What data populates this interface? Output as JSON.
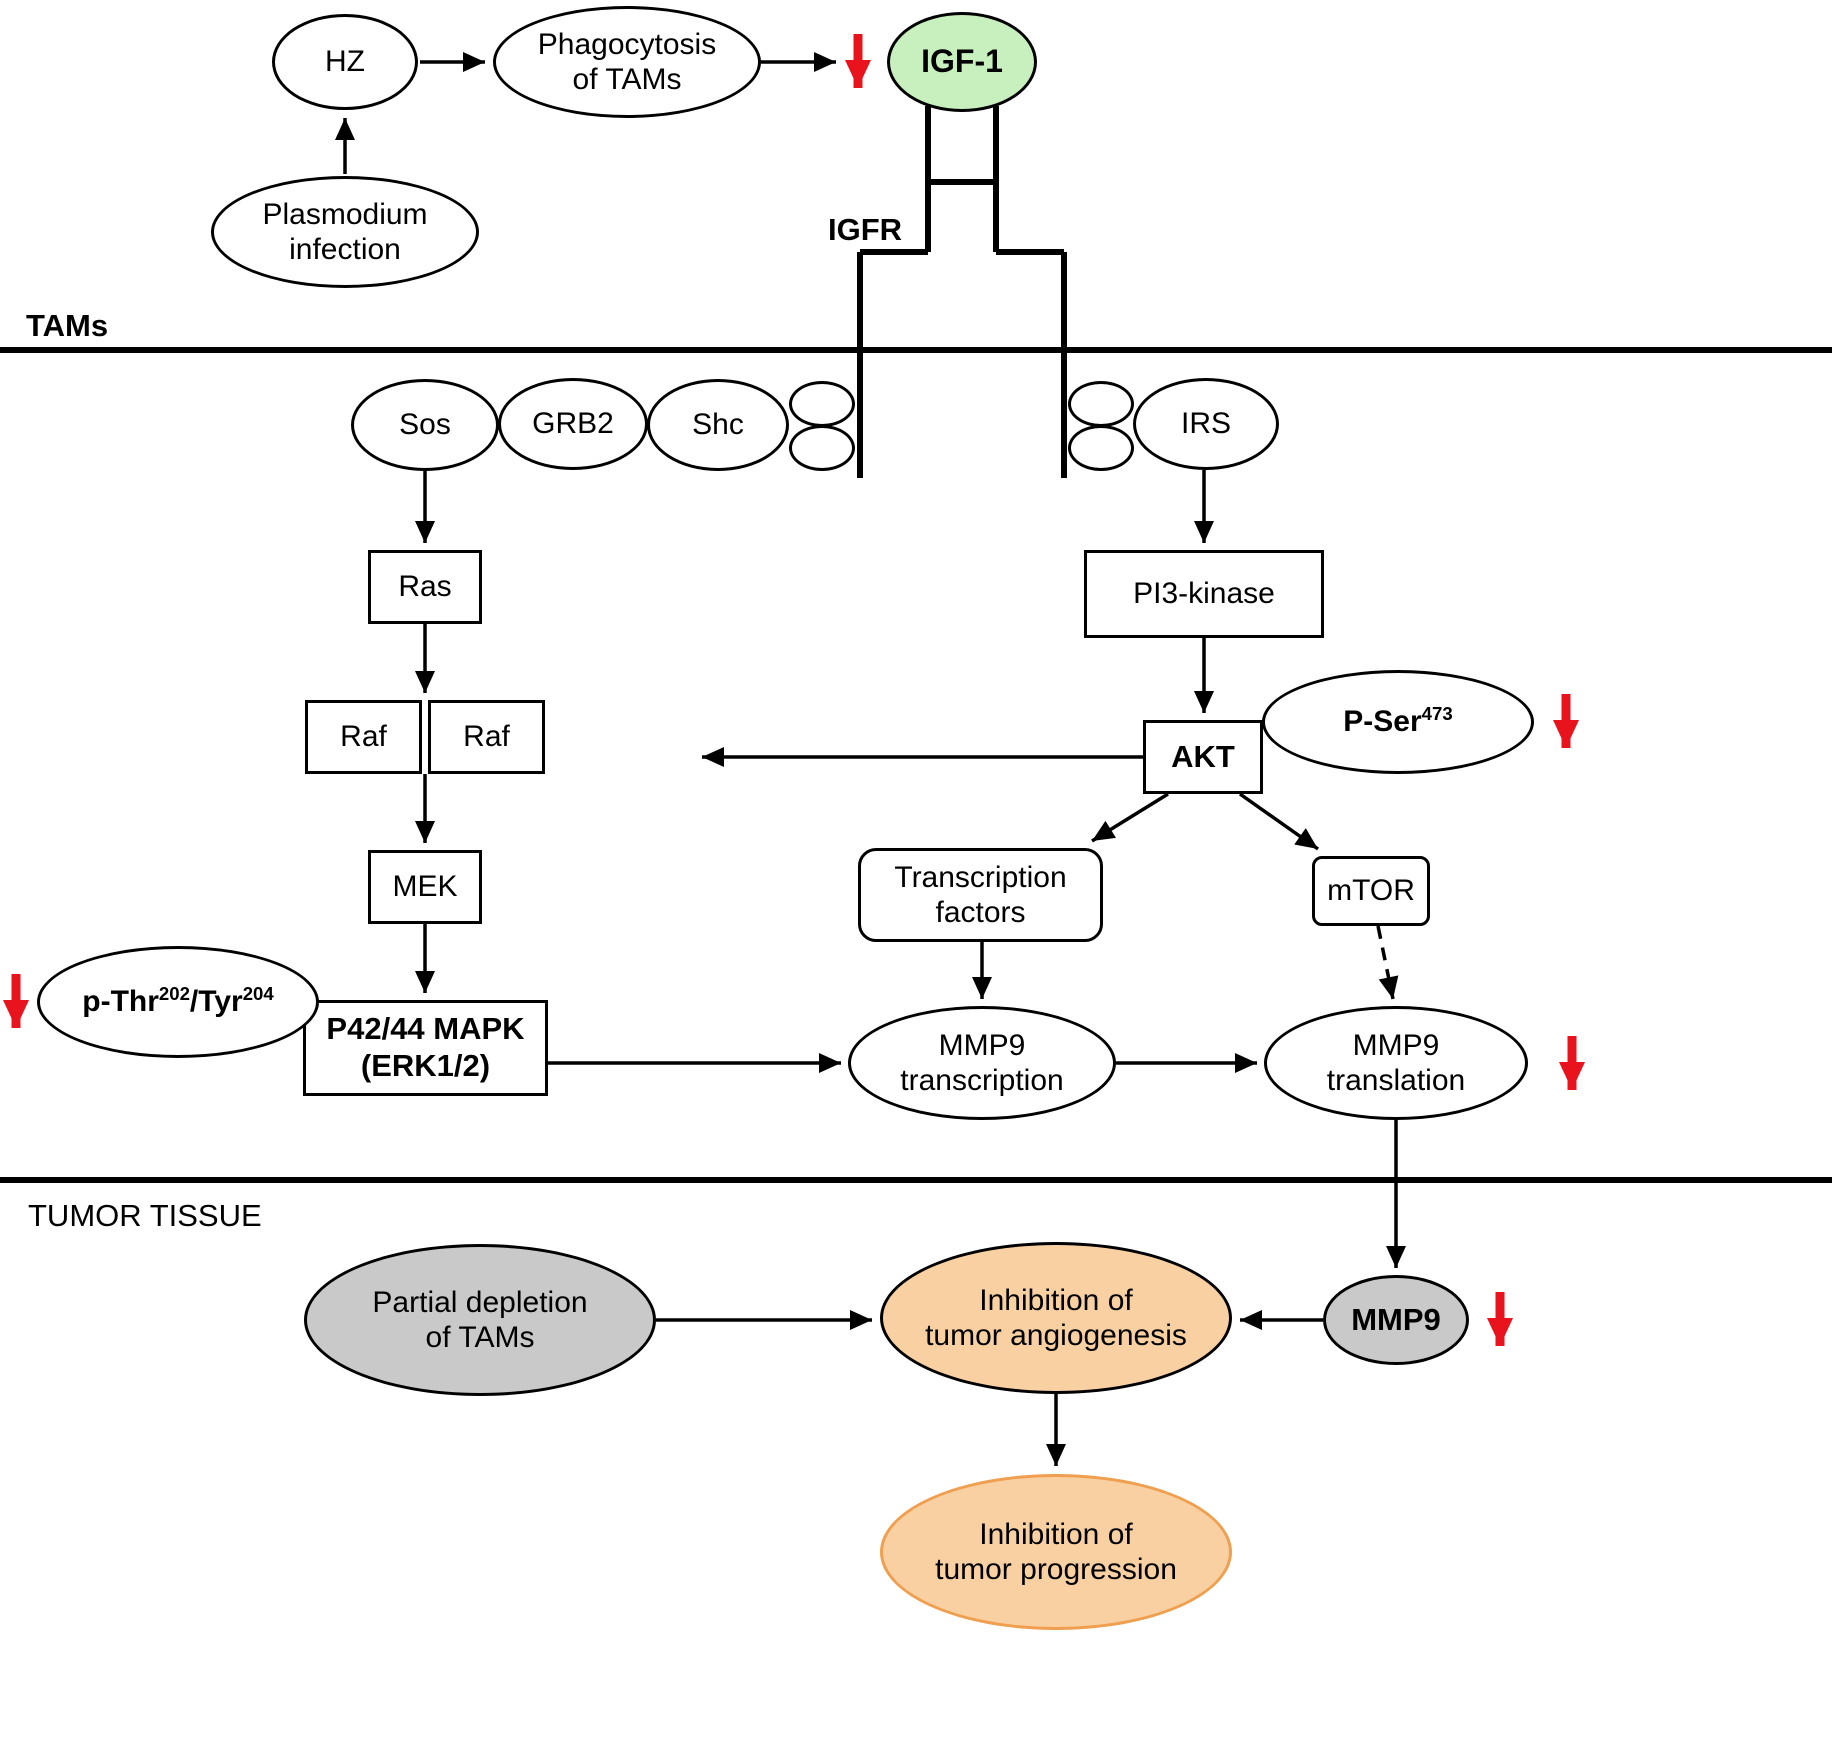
{
  "icons": {
    "decrease_arrow": "red-down-arrow"
  },
  "colors": {
    "igf1_fill": "#c8efbe",
    "node_gray_fill": "#c9c9c9",
    "node_orange_fill": "#f9d0a2",
    "orange_border": "#ef9f4f",
    "decrease_red": "#e8131c",
    "line_black": "#000000"
  },
  "section_labels": {
    "tams": "TAMs",
    "tumor_tissue": "TUMOR TISSUE",
    "igfr": "IGFR"
  },
  "nodes": {
    "hz": {
      "label": "HZ"
    },
    "phagocytosis": {
      "line1": "Phagocytosis",
      "line2": "of TAMs"
    },
    "igf1": {
      "label": "IGF-1"
    },
    "plasmodium": {
      "line1": "Plasmodium",
      "line2": "infection"
    },
    "sos": {
      "label": "Sos"
    },
    "grb2": {
      "label": "GRB2"
    },
    "shc": {
      "label": "Shc"
    },
    "irs": {
      "label": "IRS"
    },
    "ras": {
      "label": "Ras"
    },
    "raf_left": {
      "label": "Raf"
    },
    "raf_right": {
      "label": "Raf"
    },
    "mek": {
      "label": "MEK"
    },
    "p42_44_mapk": {
      "line1": "P42/44 MAPK",
      "line2": "(ERK1/2)"
    },
    "p_thr": {
      "base": "p-Thr",
      "sup1": "202",
      "mid": "/Tyr",
      "sup2": "204"
    },
    "pi3_kinase": {
      "label": "PI3-kinase"
    },
    "akt": {
      "label": "AKT"
    },
    "p_ser": {
      "base": "P-Ser",
      "sup": "473"
    },
    "transcription_factors": {
      "line1": "Transcription",
      "line2": "factors"
    },
    "mtor": {
      "label": "mTOR"
    },
    "mmp9_transcription": {
      "line1": "MMP9",
      "line2": "transcription"
    },
    "mmp9_translation": {
      "line1": "MMP9",
      "line2": "translation"
    },
    "partial_depletion": {
      "line1": "Partial depletion",
      "line2": "of TAMs"
    },
    "tumor_angiogenesis": {
      "line1": "Inhibition of",
      "line2": "tumor angiogenesis"
    },
    "mmp9": {
      "label": "MMP9"
    },
    "tumor_progression": {
      "line1": "Inhibition of",
      "line2": "tumor progression"
    }
  }
}
